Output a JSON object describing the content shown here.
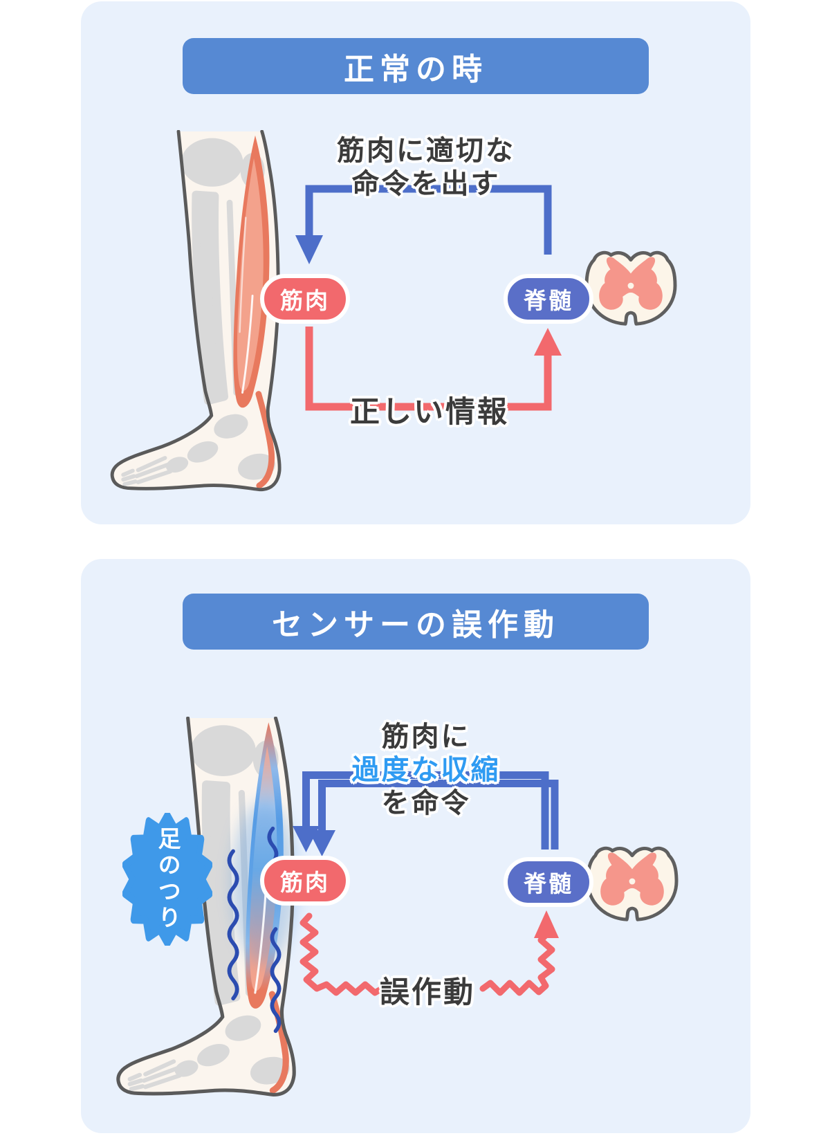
{
  "panel_normal": {
    "title": "正常の時",
    "command_label": {
      "line1": "筋肉に適切な",
      "line2": "命令を出す"
    },
    "muscle_pill": "筋肉",
    "spine_pill": "脊髄",
    "feedback_label": "正しい情報"
  },
  "panel_malfunction": {
    "title": "センサーの誤作動",
    "command_label": {
      "line1": "筋肉に",
      "line2": "過度な収縮",
      "line3": "を命令"
    },
    "muscle_pill": "筋肉",
    "spine_pill": "脊髄",
    "feedback_label": "誤作動",
    "burst_label": "足のつり"
  },
  "colors": {
    "panel_background": "#e9f1fc",
    "banner_blue": "#5689d3",
    "arrow_blue": "#4d6ec9",
    "signal_red": "#f2696d",
    "spine_pill_blue": "#5a6fc8",
    "highlight_text_blue": "#2f9bf2",
    "burst_blue": "#3f99e9",
    "muscle_salmon": "#e8795e",
    "cramp_blue": "#539be6",
    "text_dark": "#3b3b3b"
  }
}
